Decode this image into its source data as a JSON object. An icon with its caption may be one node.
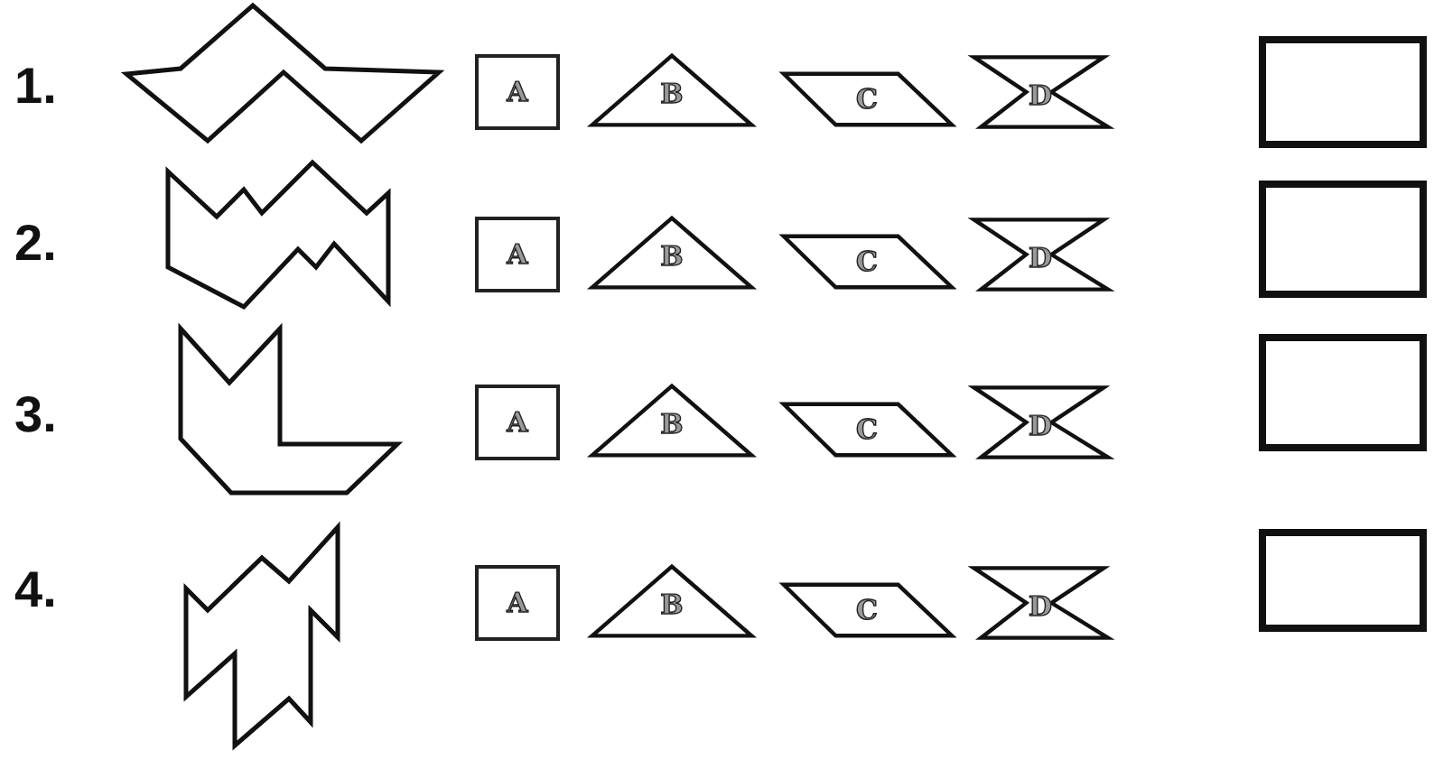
{
  "diagram": {
    "nodes": [
      {
        "text": [],
        "shape": "polygon"
      },
      {
        "text": [
          "A"
        ]
      },
      {
        "text": [
          "B"
        ]
      },
      {
        "text": [
          "C"
        ]
      },
      {
        "text": [
          "D"
        ]
      },
      {
        "text": [],
        "shape": "box"
      },
      {
        "text": [],
        "shape": "polygon"
      },
      {
        "text": [
          "A"
        ]
      },
      {
        "text": [
          "B"
        ]
      },
      {
        "text": [
          "C"
        ]
      },
      {
        "text": [
          "D"
        ]
      },
      {
        "text": [],
        "shape": "box"
      },
      {
        "text": [],
        "shape": "polygon"
      },
      {
        "text": [
          "A"
        ]
      },
      {
        "text": [
          "B"
        ]
      },
      {
        "text": [
          "C"
        ]
      },
      {
        "text": [
          "D"
        ]
      },
      {
        "text": [],
        "shape": "box"
      },
      {
        "text": [],
        "shape": "polygon"
      },
      {
        "text": [
          "A"
        ]
      },
      {
        "text": [
          "B"
        ]
      },
      {
        "text": [
          "C"
        ]
      },
      {
        "text": [
          "D"
        ]
      },
      {
        "text": [],
        "shape": "box"
      }
    ],
    "edges": [],
    "labels": [
      "1.",
      "2.",
      "3.",
      "4."
    ]
  }
}
